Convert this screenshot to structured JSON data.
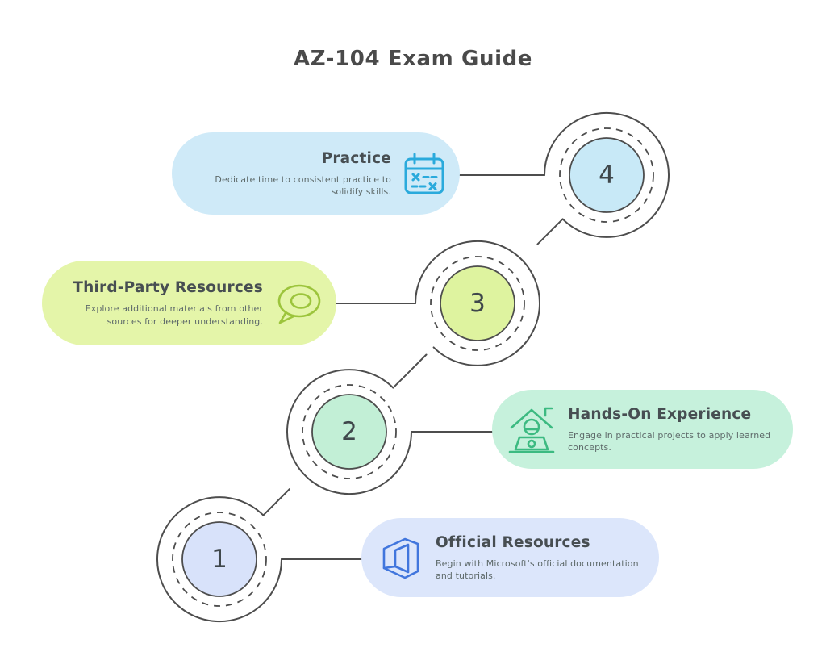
{
  "title": "AZ-104 Exam Guide",
  "steps": [
    {
      "number": "1",
      "title": "Official Resources",
      "description": "Begin with Microsoft's official documentation and tutorials.",
      "icon": "office-logo-icon",
      "pill_color": "#dce6fb",
      "circle_color": "#d8e2fa",
      "icon_color": "#4176dd"
    },
    {
      "number": "2",
      "title": "Hands-On Experience",
      "description": "Engage in practical projects to apply learned concepts.",
      "icon": "work-from-home-icon",
      "pill_color": "#c6f1dc",
      "circle_color": "#c2efd6",
      "icon_color": "#3cba81"
    },
    {
      "number": "3",
      "title": "Third-Party Resources",
      "description": "Explore additional materials from other sources for deeper understanding.",
      "icon": "speech-bubble-icon",
      "pill_color": "#e4f5a9",
      "circle_color": "#def39f",
      "icon_color": "#9cc43c"
    },
    {
      "number": "4",
      "title": "Practice",
      "description": "Dedicate time to consistent practice to solidify skills.",
      "icon": "calendar-icon",
      "pill_color": "#cfeaf8",
      "circle_color": "#c8e9f7",
      "icon_color": "#2aaadc"
    }
  ],
  "line_color": "#4d4d4d",
  "text_colors": {
    "main_title": "#4a4a4a",
    "pill_title": "#474e52",
    "pill_desc": "#5e6a6a",
    "step_number": "#3f474b"
  }
}
